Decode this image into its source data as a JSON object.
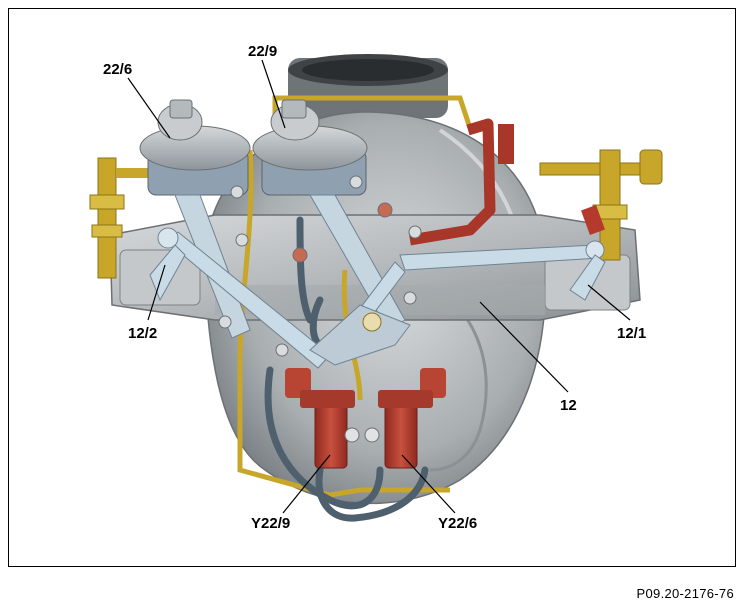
{
  "labels": {
    "l_22_6": "22/6",
    "l_22_9": "22/9",
    "l_12_2": "12/2",
    "l_12_1": "12/1",
    "l_12": "12",
    "l_y22_9": "Y22/9",
    "l_y22_6": "Y22/6"
  },
  "figure_ref": "P09.20-2176-76",
  "colors": {
    "housing": "#b9bcbe",
    "housing_dark": "#7d8285",
    "actuator": "#aeb4b8",
    "brass": "#c7a62a",
    "valve_red": "#b43a2c",
    "hose": "#5d6f80",
    "lever": "#c9dbe6"
  }
}
